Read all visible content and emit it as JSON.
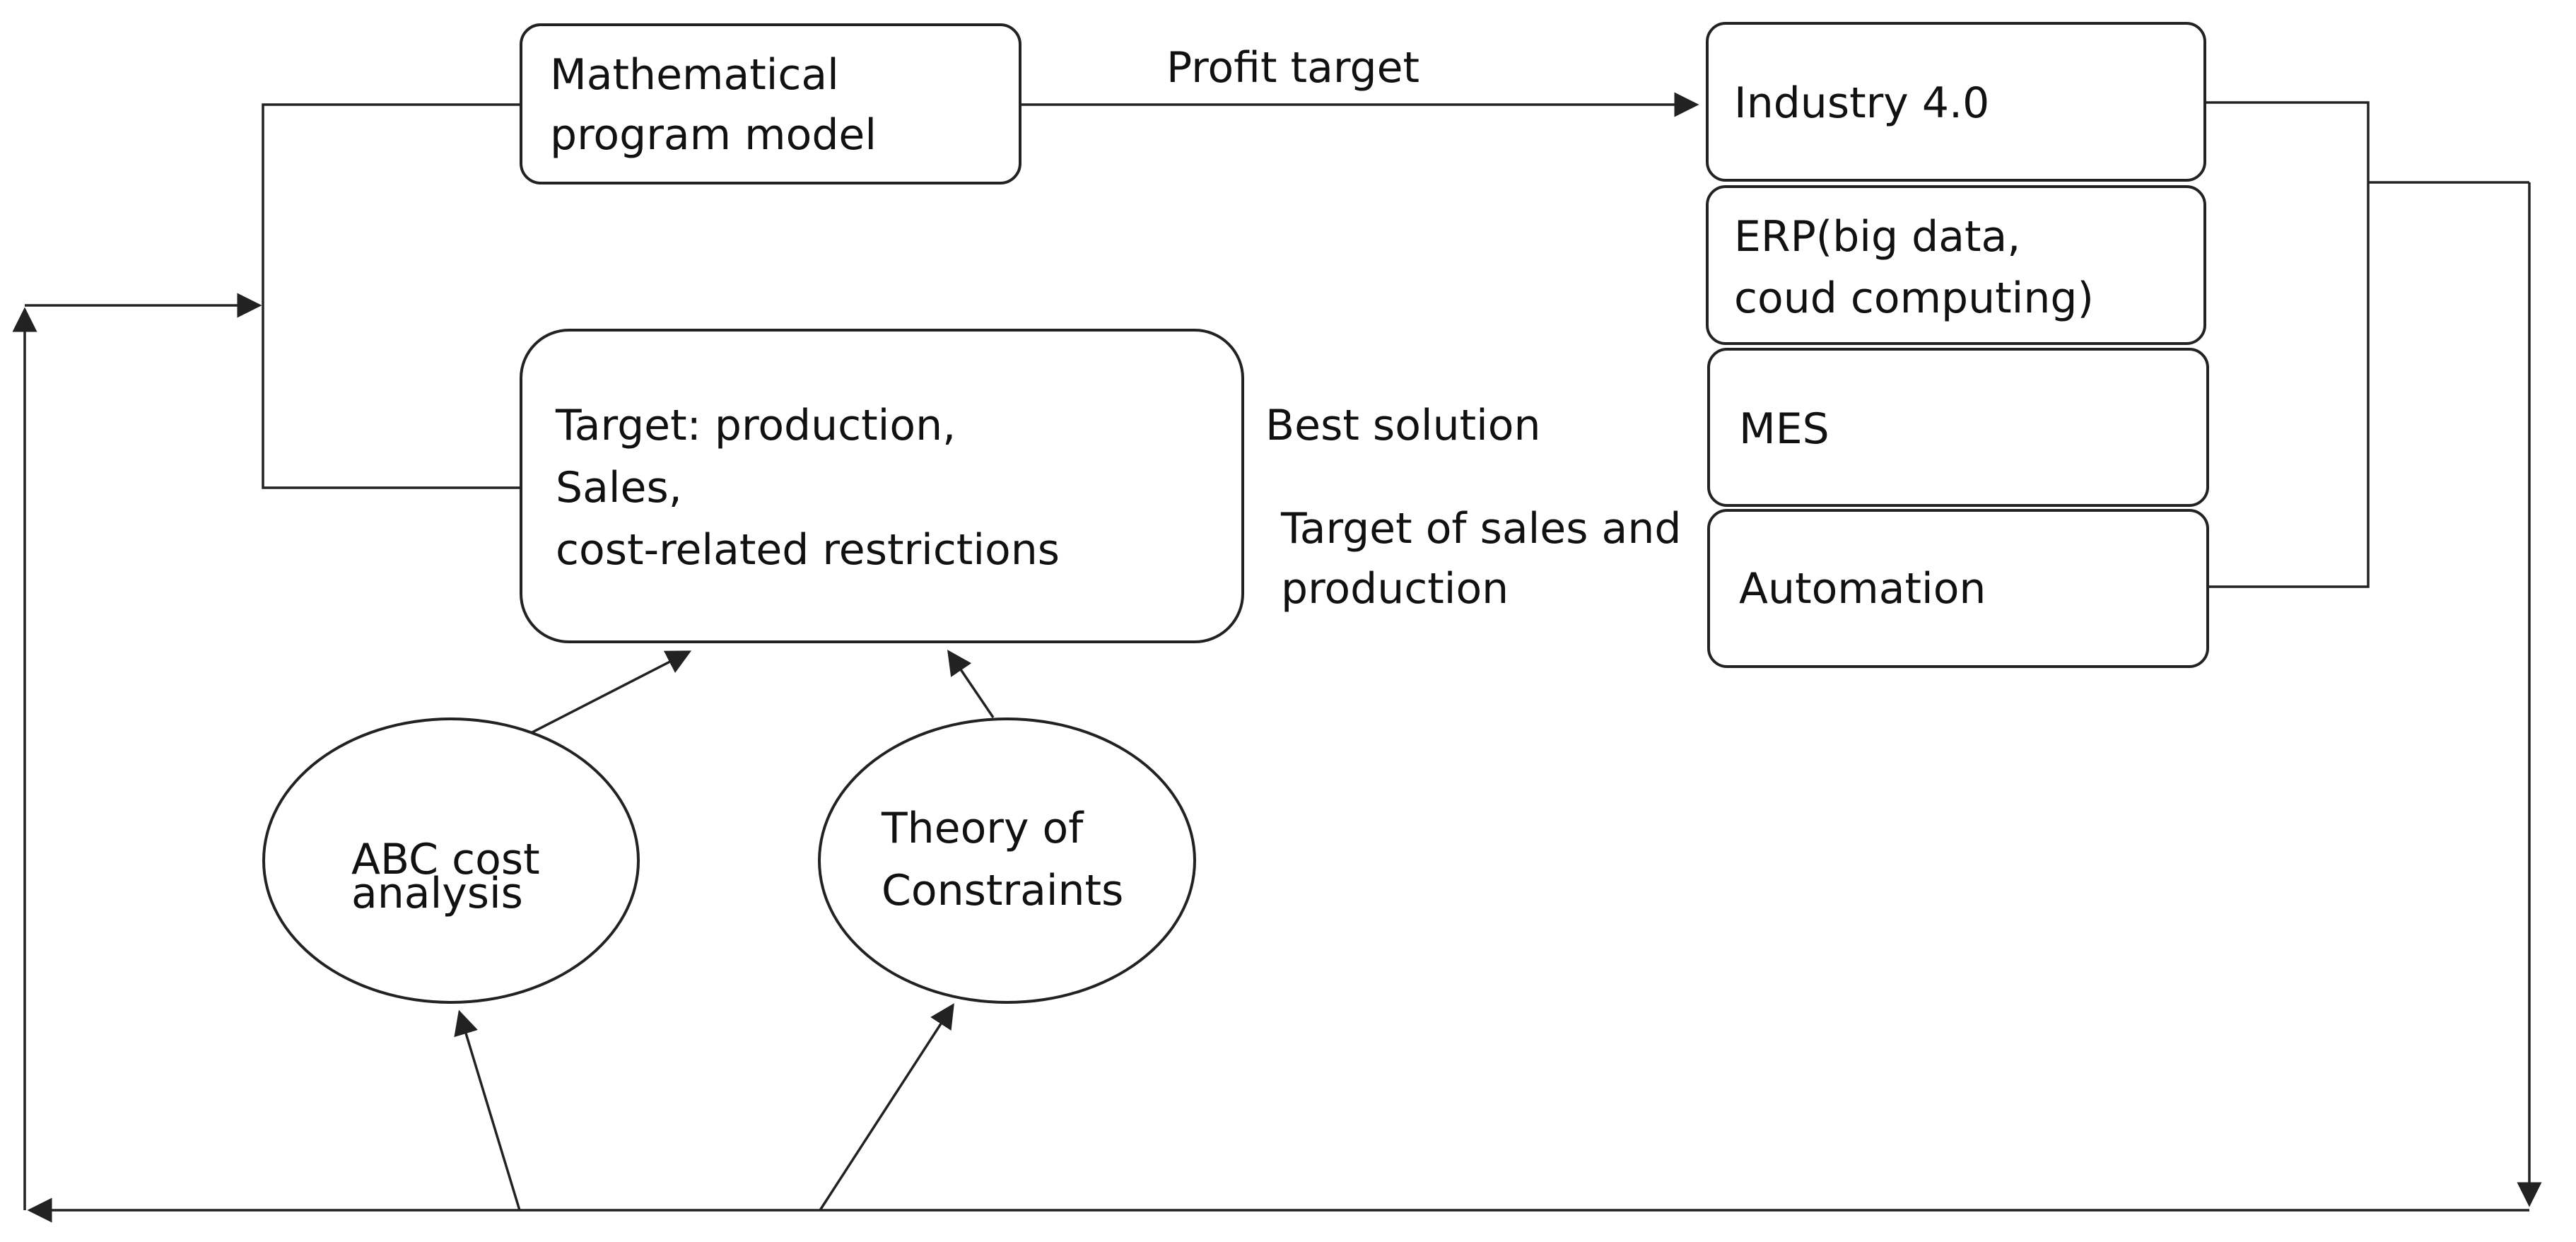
{
  "nodes": {
    "math_model": {
      "line1": "Mathematical",
      "line2": "program model"
    },
    "target_box": {
      "line1": "Target: production,",
      "line2": "Sales,",
      "line3": "cost-related restrictions"
    },
    "industry": {
      "label": "Industry 4.0"
    },
    "erp": {
      "line1": "ERP(big data,",
      "line2": "coud computing)"
    },
    "mes": {
      "label": "MES"
    },
    "automation": {
      "label": "Automation"
    },
    "abc": {
      "line1": "ABC cost",
      "line2": "analysis"
    },
    "toc": {
      "line1": "Theory of",
      "line2": "Constraints"
    }
  },
  "edges": {
    "profit_target": "Profit target",
    "best_solution": "Best solution",
    "target_sales_line1": "Target of sales and",
    "target_sales_line2": "production"
  },
  "colors": {
    "stroke": "#222222",
    "text": "#111111",
    "background": "#ffffff"
  }
}
